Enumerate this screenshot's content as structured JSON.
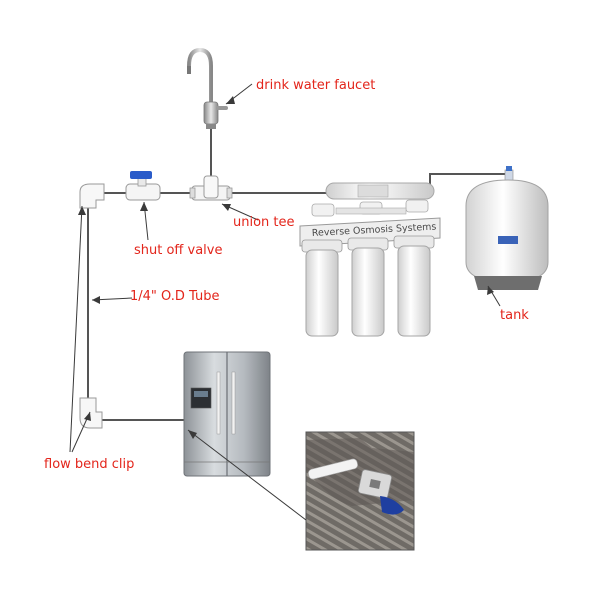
{
  "labels": {
    "faucet": "drink water faucet",
    "union_tee": "union tee",
    "shutoff": "shut off valve",
    "tube": "1/4\" O.D Tube",
    "tank": "tank",
    "clip": "flow bend clip"
  },
  "ro_unit_label": "Reverse Osmosis Systems",
  "colors": {
    "label_text": "#e3251b",
    "leader_line": "#3a3a3a",
    "water_tube": "#555555",
    "filter_white": "#f2f2f2",
    "valve_handle": "#2a5bc9",
    "fridge_steel": "#b9bec3"
  }
}
